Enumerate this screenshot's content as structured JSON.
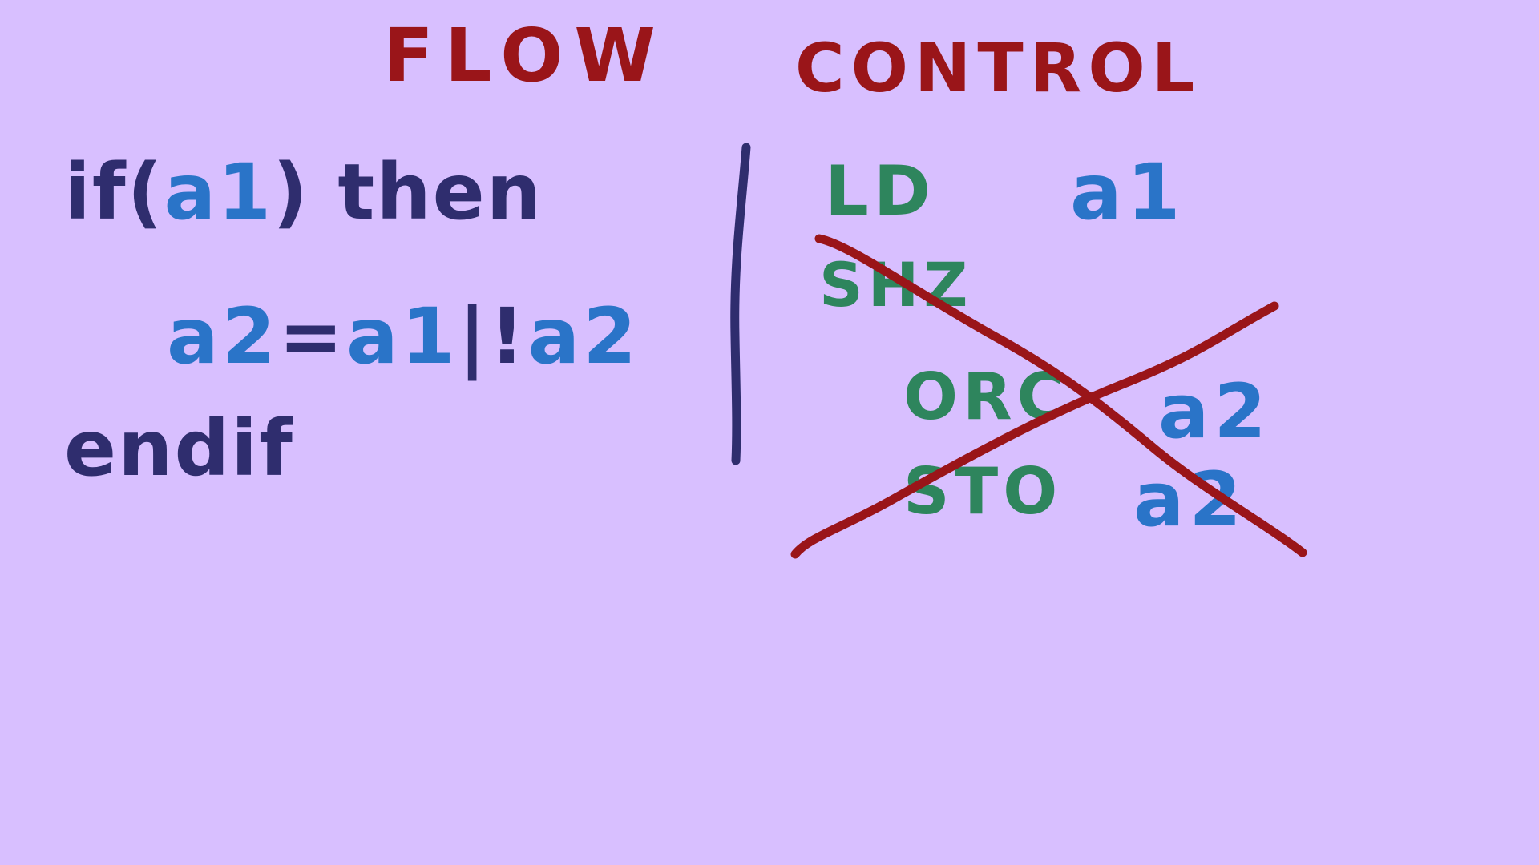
{
  "title": {
    "word1": "FLOW",
    "word2": "CONTROL"
  },
  "code": {
    "line1": {
      "kw_if": "if(",
      "arg": "a1",
      "close": ")",
      "kw_then": "then"
    },
    "line2": {
      "lhs": "a2",
      "eq": "=",
      "op1": "a1",
      "bar": "|",
      "not": "!",
      "op2": "a2"
    },
    "line3": "endif"
  },
  "instructions": [
    {
      "op": "LD",
      "arg": "a1",
      "crossed": false
    },
    {
      "op": "SHZ",
      "arg": "",
      "crossed": true
    },
    {
      "op": "ORC",
      "arg": "a2",
      "crossed": true
    },
    {
      "op": "STO",
      "arg": "a2",
      "crossed": true
    }
  ],
  "colors": {
    "background": "#d8bfff",
    "title": "#9a1519",
    "opcode": "#2e855d",
    "operand": "#2a74c8",
    "code": "#2f2d6e",
    "strike": "#9a1519"
  }
}
